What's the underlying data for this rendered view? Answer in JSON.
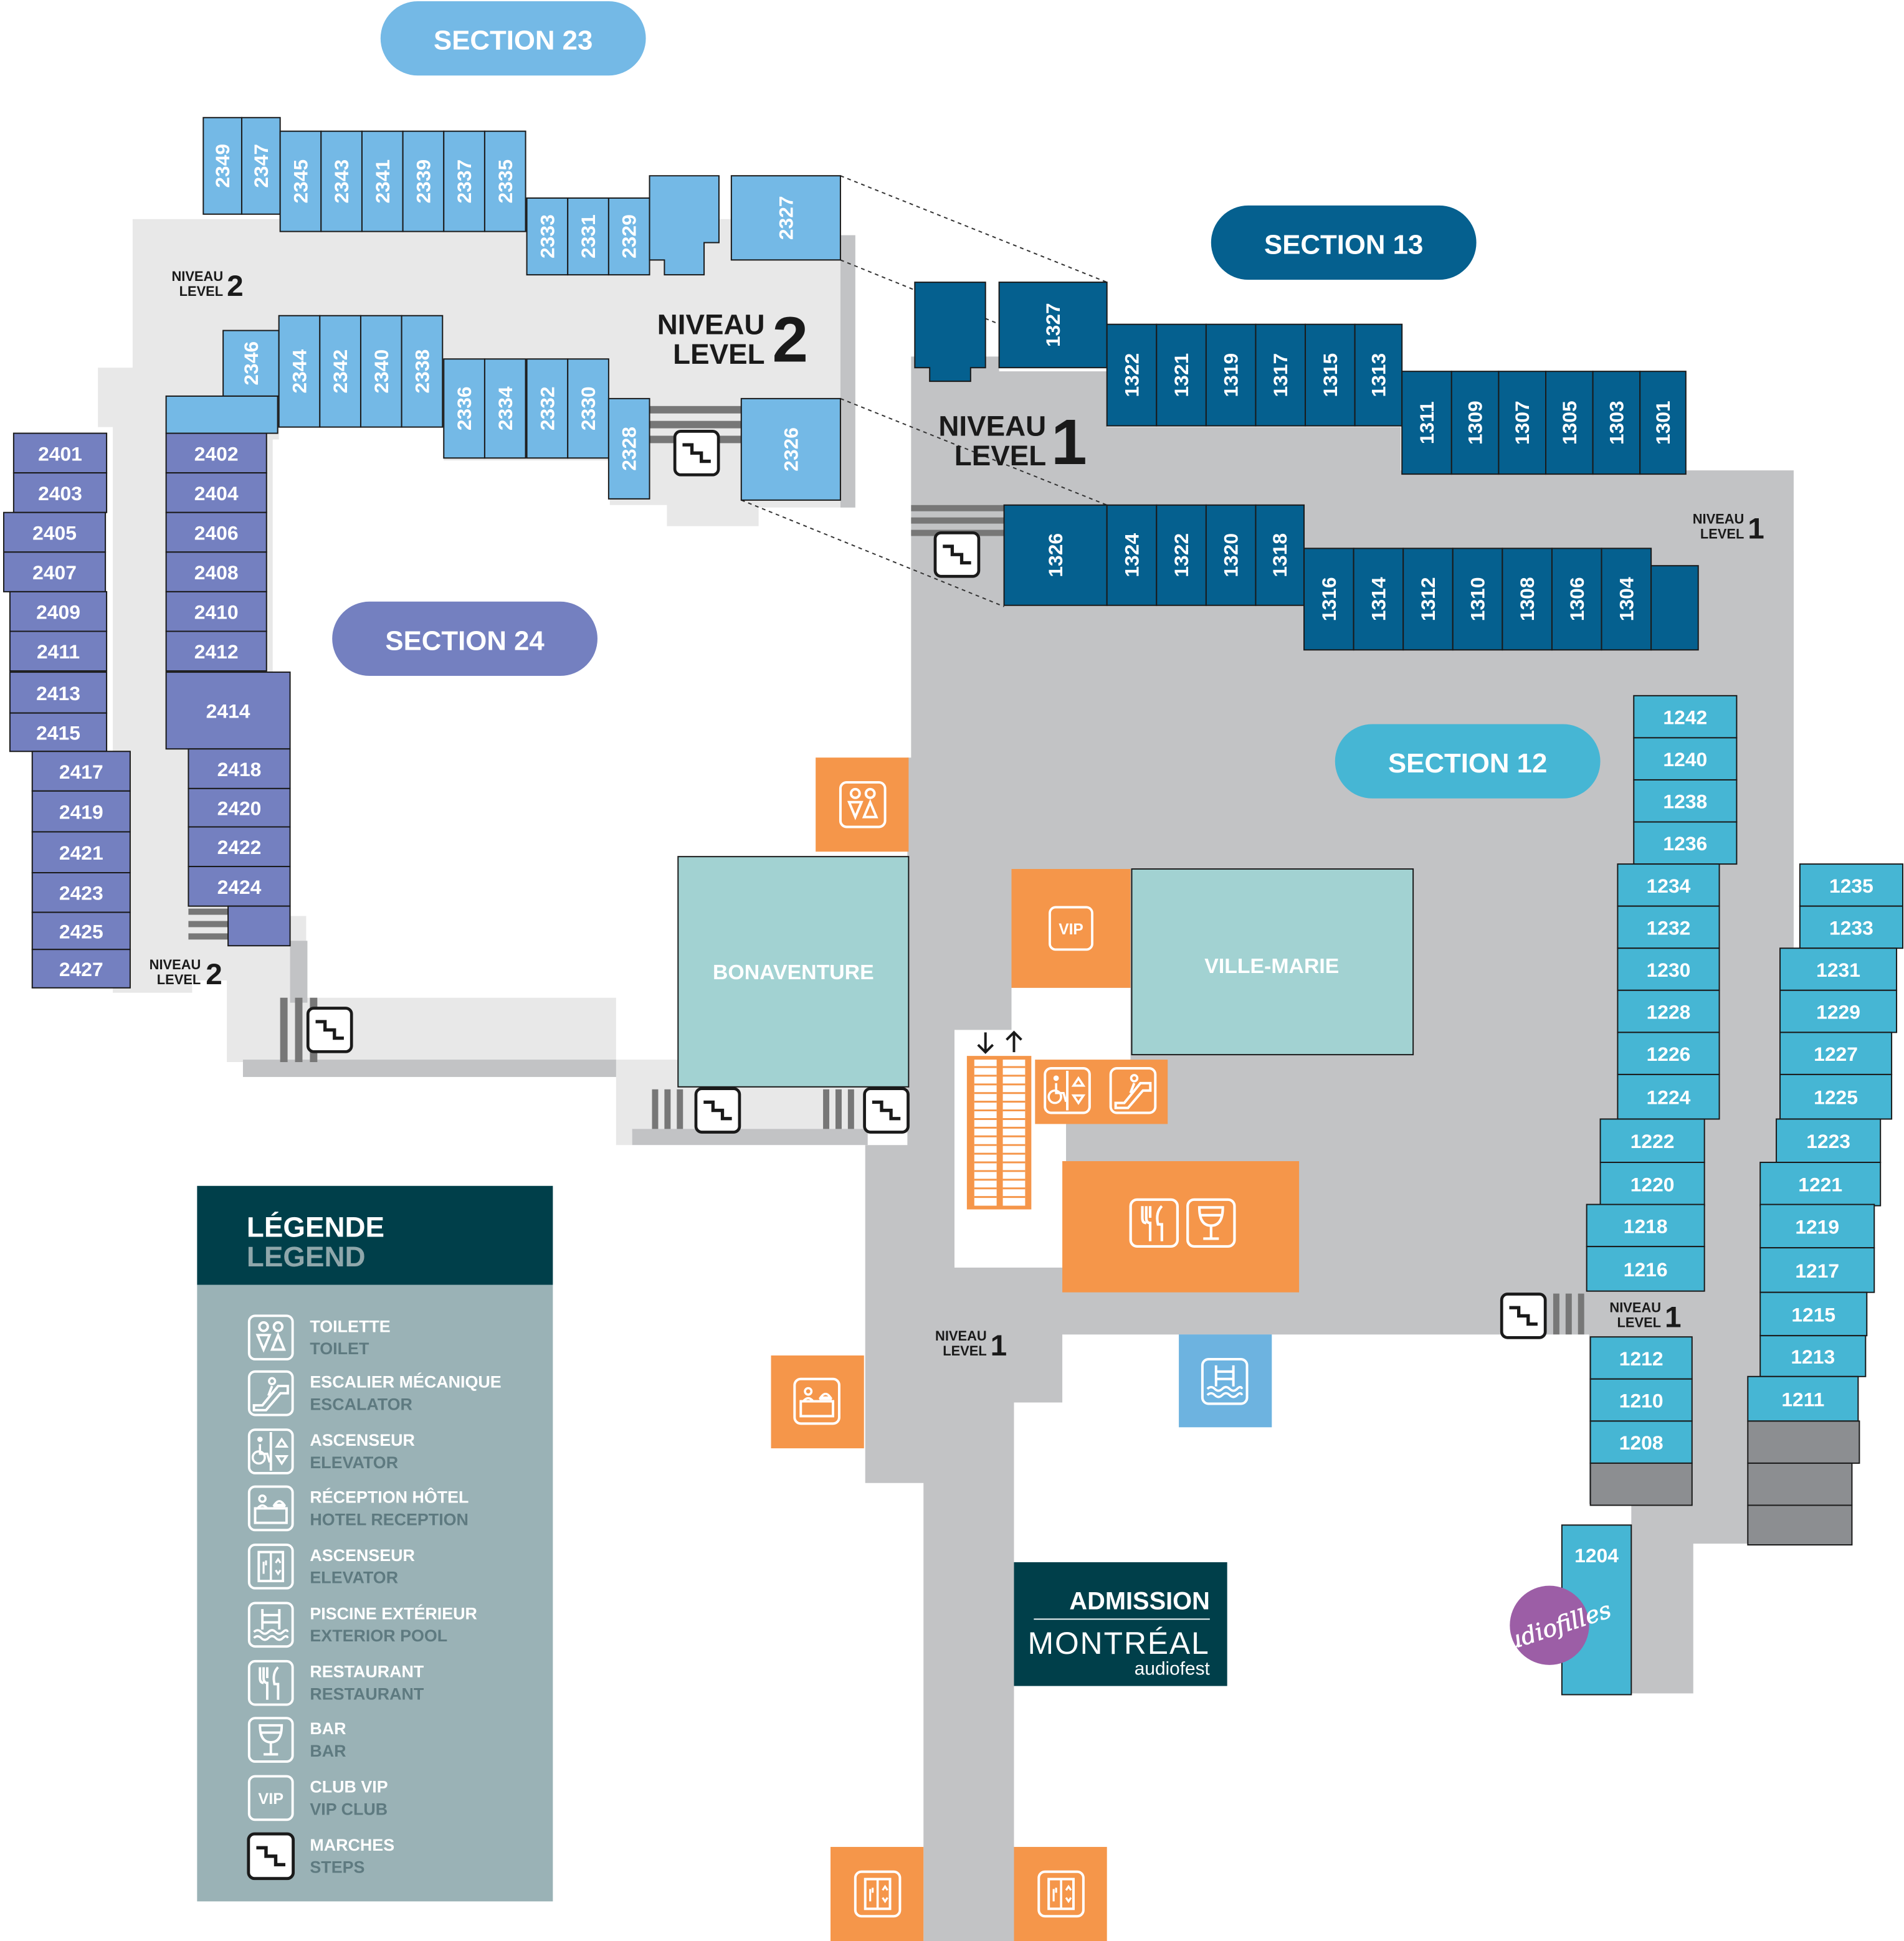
{
  "sections": {
    "s23": {
      "label": "SECTION 23",
      "color": "#74b9e6"
    },
    "s13": {
      "label": "SECTION 13",
      "color": "#05608f"
    },
    "s24": {
      "label": "SECTION 24",
      "color": "#7480c0"
    },
    "s12": {
      "label": "SECTION 12",
      "color": "#46b6d4"
    }
  },
  "rooms": {
    "s23_top": [
      "2349",
      "2347",
      "2345",
      "2343",
      "2341",
      "2339",
      "2337",
      "2335",
      "2333",
      "2331",
      "2329",
      "2327"
    ],
    "s23_inner": [
      "2346",
      "2344",
      "2342",
      "2340",
      "2338",
      "2336",
      "2334",
      "2332",
      "2330",
      "2328",
      "2326"
    ],
    "s13_top": [
      "1327",
      "1322",
      "1321",
      "1319",
      "1317",
      "1315",
      "1313",
      "1311",
      "1309",
      "1307",
      "1305",
      "1303",
      "1301"
    ],
    "s13_bottom": [
      "1326",
      "1324",
      "1322",
      "1320",
      "1318",
      "1316",
      "1314",
      "1312",
      "1310",
      "1308",
      "1306",
      "1304"
    ],
    "s24_outer": [
      "2401",
      "2403",
      "2405",
      "2407",
      "2409",
      "2411",
      "2413",
      "2415",
      "2417",
      "2419",
      "2421",
      "2423",
      "2425",
      "2427"
    ],
    "s24_inner": [
      "2402",
      "2404",
      "2406",
      "2408",
      "2410",
      "2412",
      "2414",
      "2418",
      "2420",
      "2422",
      "2424"
    ],
    "s12_left": [
      "1242",
      "1240",
      "1238",
      "1236",
      "1234",
      "1232",
      "1230",
      "1228",
      "1226",
      "1224",
      "1222",
      "1220",
      "1218",
      "1216",
      "1212",
      "1210",
      "1208",
      "1204"
    ],
    "s12_right": [
      "1235",
      "1233",
      "1231",
      "1229",
      "1227",
      "1225",
      "1223",
      "1221",
      "1219",
      "1217",
      "1215",
      "1213",
      "1211"
    ]
  },
  "levels": {
    "niveau": "NIVEAU",
    "level": "LEVEL",
    "n1": "1",
    "n2": "2"
  },
  "halls": {
    "bonaventure": "BONAVENTURE",
    "ville_marie": "VILLE-MARIE"
  },
  "vip": "VIP",
  "admission": {
    "title": "ADMISSION",
    "brand": "MONTRÉAL",
    "sub": "audiofest"
  },
  "sponsor": "Audiofilles",
  "legend": {
    "title_fr": "LÉGENDE",
    "title_en": "LEGEND",
    "items": [
      {
        "icon": "toilet-icon",
        "fr": "TOILETTE",
        "en": "TOILET"
      },
      {
        "icon": "escalator-icon",
        "fr": "ESCALIER MÉCANIQUE",
        "en": "ESCALATOR"
      },
      {
        "icon": "accessible-elevator-icon",
        "fr": "ASCENSEUR",
        "en": "ELEVATOR"
      },
      {
        "icon": "hotel-reception-icon",
        "fr": "RÉCEPTION HÔTEL",
        "en": "HOTEL RECEPTION"
      },
      {
        "icon": "elevator-icon",
        "fr": "ASCENSEUR",
        "en": "ELEVATOR"
      },
      {
        "icon": "pool-icon",
        "fr": "PISCINE EXTÉRIEUR",
        "en": "EXTERIOR POOL"
      },
      {
        "icon": "restaurant-icon",
        "fr": "RESTAURANT",
        "en": "RESTAURANT"
      },
      {
        "icon": "bar-icon",
        "fr": "BAR",
        "en": "BAR"
      },
      {
        "icon": "vip-icon",
        "fr": "CLUB VIP",
        "en": "VIP CLUB"
      },
      {
        "icon": "steps-icon",
        "fr": "MARCHES",
        "en": "STEPS"
      }
    ]
  },
  "colors": {
    "corridor_l1": "#c2c3c5",
    "corridor_l2": "#e8e8e8",
    "amenity": "#f5964a",
    "hall": "#a2d2d2",
    "legend_dark": "#003f4a",
    "legend_body": "#9ab2b6",
    "pool": "#6db3e0",
    "admission": "#003f4a",
    "sponsor": "#9c5ea6"
  }
}
